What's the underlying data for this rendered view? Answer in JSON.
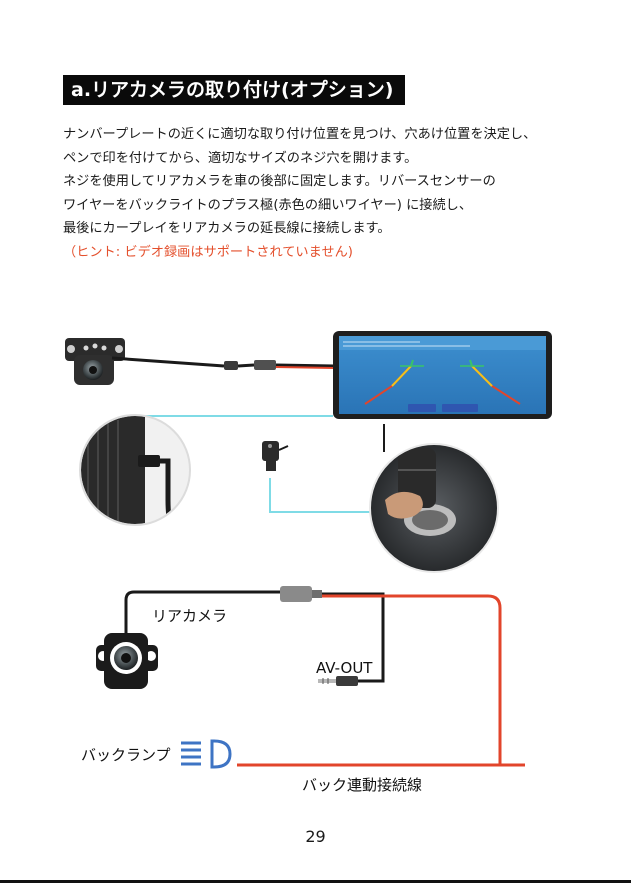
{
  "section": {
    "title": "a.リアカメラの取り付け(オプション)"
  },
  "instructions": [
    "ナンバープレートの近くに適切な取り付け位置を見つけ、穴あけ位置を決定し、",
    "ペンで印を付けてから、適切なサイズのネジ穴を開けます。",
    "ネジを使用してリアカメラを車の後部に固定します。リバースセンサーの",
    "ワイヤーをバックライトのプラス極(赤色の細いワイヤー) に接続し、",
    "最後にカープレイをリアカメラの延長線に接続します。"
  ],
  "hint": "（ヒント: ビデオ録画はサポートされていません)",
  "diagram": {
    "rear_camera_label": "リアカメラ",
    "av_out_label": "AV-OUT",
    "back_lamp_label": "バックランプ",
    "reverse_wire_label": "バック連動接続線",
    "wire_color": "#e2452b",
    "link_color": "#7fdbe6"
  },
  "page_number": "29"
}
